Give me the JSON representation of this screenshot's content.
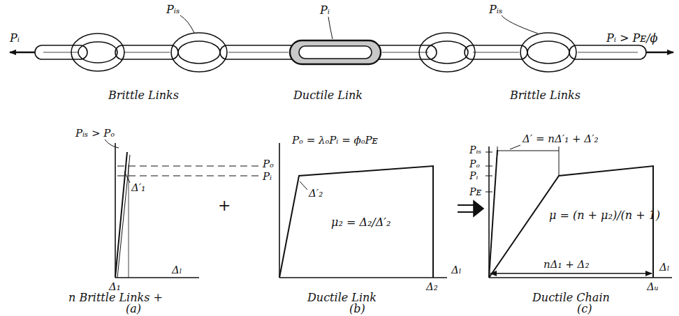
{
  "diagram": {
    "labels": [
      "Pᵢ",
      "Pᵢₛ",
      "Pᵢ",
      "Pᵢₛ",
      "Pᵢ > Pᴇ/ϕ",
      "Brittle Links",
      "Ductile Link",
      "Brittle Links",
      "Pᵢₛ > Pₒ",
      "Δ′₁",
      "Δ₁",
      "Δₗ",
      "n Brittle Links +",
      "(a)",
      "+",
      "Pₒ = λₒPᵢ = ϕₒPᴇ",
      "Pₒ",
      "Pᵢ",
      "Δ′₂",
      "μ₂ = Δ₂/Δ′₂",
      "Δ₂",
      "Δₗ",
      "Ductile Link",
      "(b)",
      "Δ′ = nΔ′₁ + Δ′₂",
      "Pᵢₛ",
      "Pₒ",
      "Pᵢ",
      "Pᴇ",
      "μ = (n + μ₂)/(n + 1)",
      "nΔ₁ + Δ₂",
      "Δᵤ",
      "Δₗ",
      "Ductile Chain",
      "(c)"
    ]
  }
}
